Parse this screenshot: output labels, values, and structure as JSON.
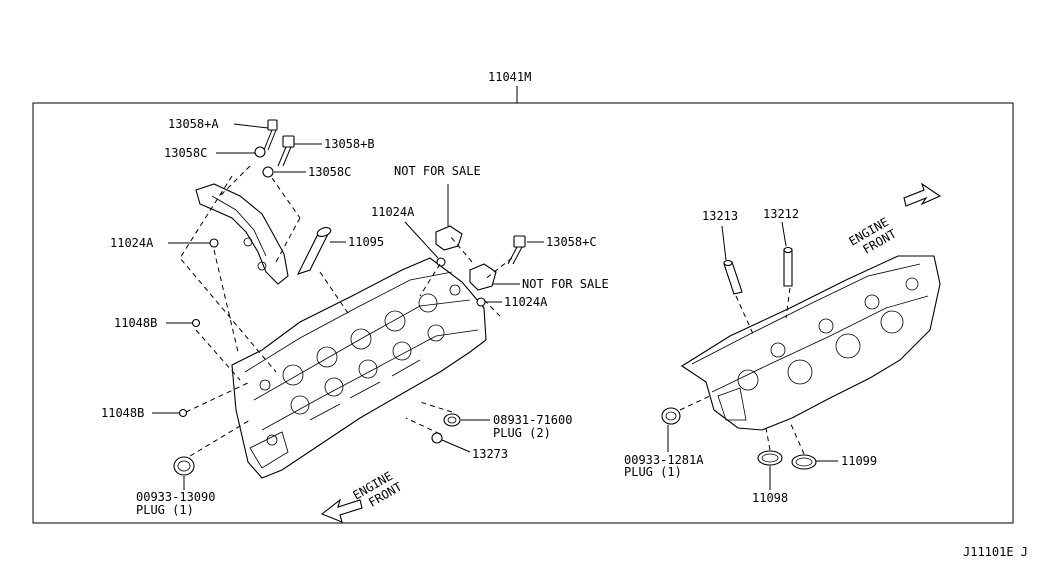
{
  "assembly_number": "11041M",
  "diagram_code": "J11101E J",
  "callouts": {
    "c13058a": "13058+A",
    "c13058b": "13058+B",
    "c13058c_a": "13058C",
    "c13058c_b": "13058C",
    "c13058cplus": "13058+C",
    "c11024a_left": "11024A",
    "c11024a_top": "11024A",
    "c11024a_right": "11024A",
    "c11095": "11095",
    "c11048b_a": "11048B",
    "c11048b_b": "11048B",
    "nfs_1": "NOT FOR SALE",
    "nfs_2": "NOT FOR SALE",
    "c08931_num": "08931-71600",
    "c08931_plug": "PLUG (2)",
    "c13273": "13273",
    "c00933_13090": "00933-13090",
    "c00933_13090_plug": "PLUG (1)",
    "c13213": "13213",
    "c13212": "13212",
    "c00933_1281a": "00933-1281A",
    "c00933_1281a_plug": "PLUG (1)",
    "c11099": "11099",
    "c11098": "11098"
  },
  "engine_front_labels": [
    {
      "line1": "ENGINE",
      "line2": "FRONT"
    },
    {
      "line1": "ENGINE",
      "line2": "FRONT"
    }
  ]
}
